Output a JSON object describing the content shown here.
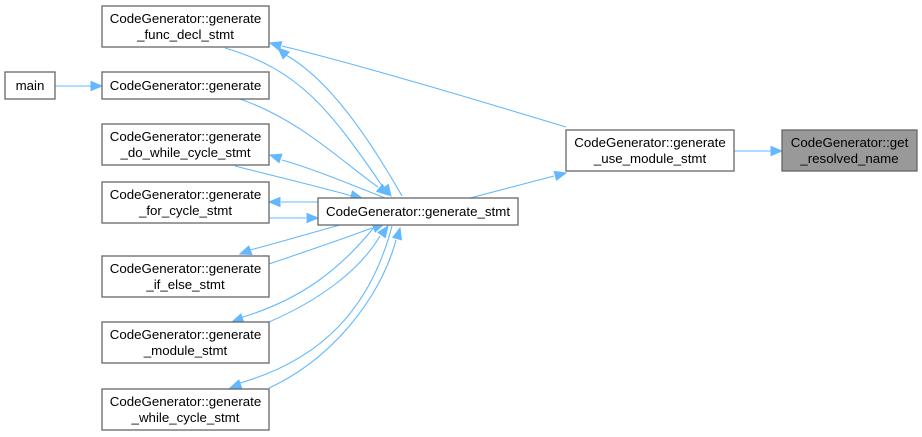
{
  "diagram": {
    "title": "Caller graph of CodeGenerator::get_resolved_name",
    "colors": {
      "edge": "#63b8ff",
      "node_border": "#666666",
      "node_fill": "#ffffff",
      "current_fill": "#999999"
    },
    "nodes": [
      {
        "id": "main",
        "lines": [
          "main"
        ]
      },
      {
        "id": "func_decl",
        "lines": [
          "CodeGenerator::generate",
          "_func_decl_stmt"
        ]
      },
      {
        "id": "generate",
        "lines": [
          "CodeGenerator::generate"
        ]
      },
      {
        "id": "do_while",
        "lines": [
          "CodeGenerator::generate",
          "_do_while_cycle_stmt"
        ]
      },
      {
        "id": "for_cycle",
        "lines": [
          "CodeGenerator::generate",
          "_for_cycle_stmt"
        ]
      },
      {
        "id": "if_else",
        "lines": [
          "CodeGenerator::generate",
          "_if_else_stmt"
        ]
      },
      {
        "id": "module",
        "lines": [
          "CodeGenerator::generate",
          "_module_stmt"
        ]
      },
      {
        "id": "while_cycle",
        "lines": [
          "CodeGenerator::generate",
          "_while_cycle_stmt"
        ]
      },
      {
        "id": "stmt",
        "lines": [
          "CodeGenerator::generate_stmt"
        ]
      },
      {
        "id": "use_module",
        "lines": [
          "CodeGenerator::generate",
          "_use_module_stmt"
        ]
      },
      {
        "id": "resolved",
        "lines": [
          "CodeGenerator::get",
          "_resolved_name"
        ],
        "current": true
      }
    ],
    "edges": [
      {
        "from": "main",
        "to": "generate"
      },
      {
        "from": "use_module",
        "to": "resolved"
      },
      {
        "from": "use_module",
        "to": "func_decl"
      },
      {
        "from": "stmt",
        "to": "use_module"
      },
      {
        "from": "stmt",
        "to": "func_decl"
      },
      {
        "from": "func_decl",
        "to": "stmt"
      },
      {
        "from": "generate",
        "to": "stmt"
      },
      {
        "from": "do_while",
        "to": "stmt"
      },
      {
        "from": "stmt",
        "to": "do_while"
      },
      {
        "from": "for_cycle",
        "to": "stmt"
      },
      {
        "from": "stmt",
        "to": "for_cycle"
      },
      {
        "from": "if_else",
        "to": "stmt"
      },
      {
        "from": "stmt",
        "to": "if_else"
      },
      {
        "from": "module",
        "to": "stmt"
      },
      {
        "from": "stmt",
        "to": "module"
      },
      {
        "from": "while_cycle",
        "to": "stmt"
      },
      {
        "from": "stmt",
        "to": "while_cycle"
      }
    ]
  }
}
